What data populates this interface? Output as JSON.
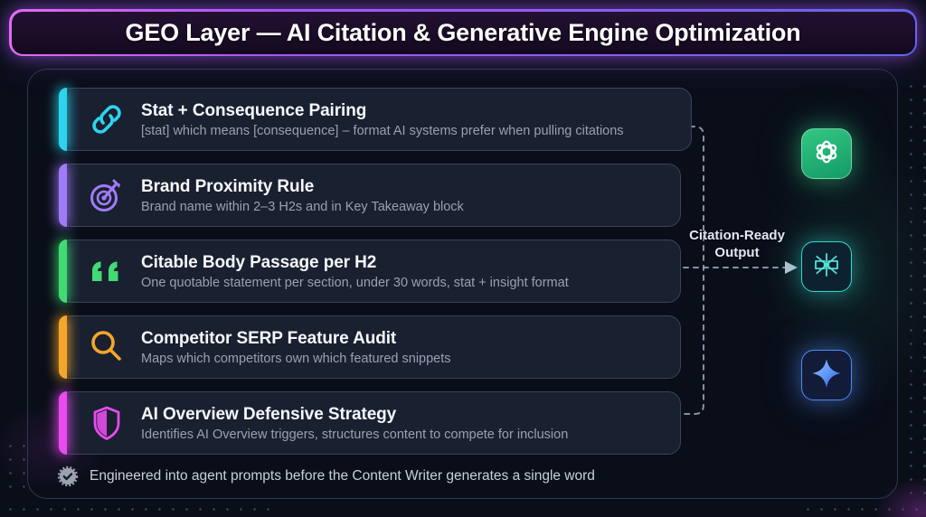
{
  "header": {
    "title": "GEO Layer — AI Citation & Generative Engine Optimization"
  },
  "cards": [
    {
      "title": "Stat + Consequence Pairing",
      "subtitle": "[stat] which means [consequence] – format AI systems prefer when pulling citations",
      "accent": "#2dd4ee",
      "icon": "link-icon"
    },
    {
      "title": "Brand Proximity Rule",
      "subtitle": "Brand name within 2–3 H2s and in Key Takeaway block",
      "accent": "#a07bf7",
      "icon": "target-icon"
    },
    {
      "title": "Citable Body Passage per H2",
      "subtitle": "One quotable statement per section, under 30 words, stat + insight format",
      "accent": "#41db74",
      "icon": "quote-icon"
    },
    {
      "title": "Competitor SERP Feature Audit",
      "subtitle": "Maps which competitors own which featured snippets",
      "accent": "#f5aookie",
      "icon": "search-icon"
    },
    {
      "title": "AI Overview Defensive Strategy",
      "subtitle": "Identifies AI Overview triggers, structures content to compete for inclusion",
      "accent": "#e94bf0",
      "icon": "shield-icon"
    }
  ],
  "output": {
    "label_line1": "Citation-Ready",
    "label_line2": "Output"
  },
  "engines": [
    {
      "name": "chatgpt-logo",
      "color": "#2ec27e"
    },
    {
      "name": "perplexity-logo",
      "color": "#35d6c9"
    },
    {
      "name": "gemini-logo",
      "color": "#4f8af5"
    }
  ],
  "footer": {
    "text": "Engineered into agent prompts before the Content Writer generates a single word"
  },
  "colors": {
    "background": "#0a0e19",
    "card_background": "#1b2232",
    "card_border": "#39435a",
    "header_border": "#a855f7",
    "title_text": "#f6f8fb",
    "subtitle_text": "#98a1b3",
    "connector": "#96a0b5"
  }
}
